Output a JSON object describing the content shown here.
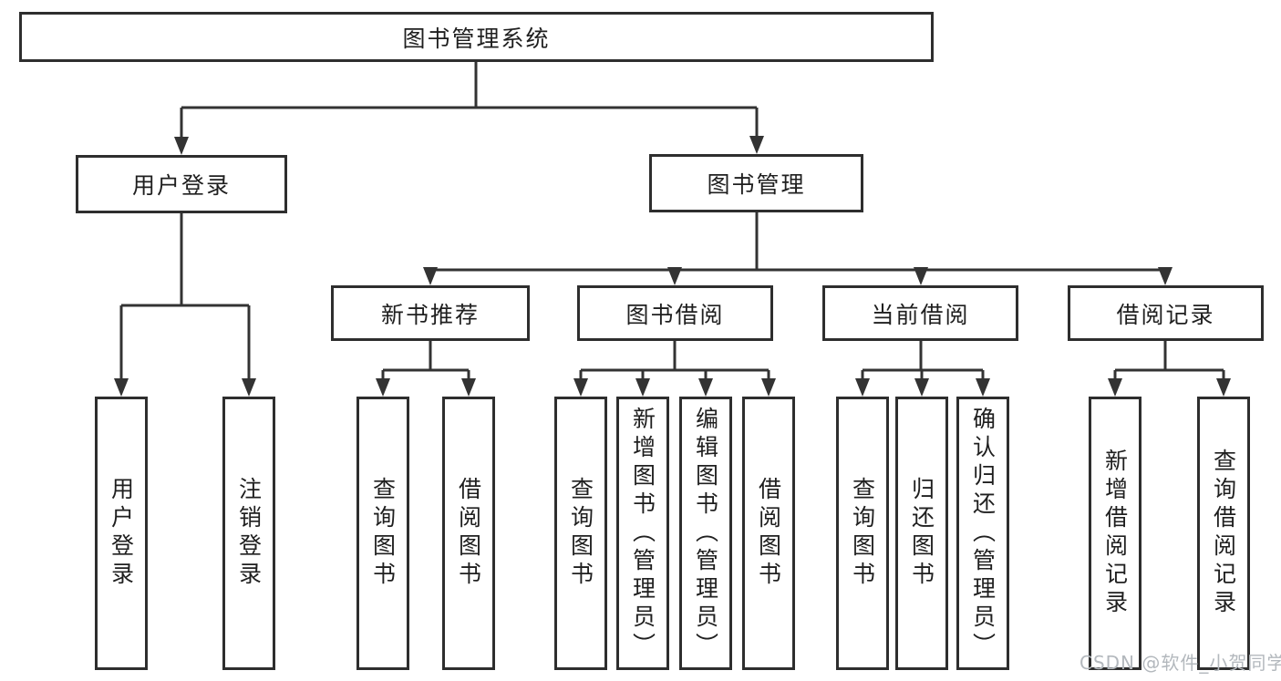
{
  "diagram": {
    "root": "图书管理系统",
    "branches": {
      "user_login": "用户登录",
      "book_management": "图书管理"
    },
    "modules": {
      "new_book_recommend": "新书推荐",
      "book_borrow": "图书借阅",
      "current_borrow": "当前借阅",
      "borrow_records": "借阅记录"
    },
    "leaves": {
      "user_login": [
        "用户登录",
        "注销登录"
      ],
      "new_book_recommend": [
        "查询图书",
        "借阅图书"
      ],
      "book_borrow": [
        "查询图书",
        "新增图书（管理员）",
        "编辑图书（管理员）",
        "借阅图书"
      ],
      "current_borrow": [
        "查询图书",
        "归还图书",
        "确认归还（管理员）"
      ],
      "borrow_records": [
        "新增借阅记录",
        "查询借阅记录"
      ]
    }
  },
  "watermark": "CSDN @软件_小贺同学",
  "colors": {
    "line": "#333333",
    "border": "#2e2e2e",
    "text": "#1f1f1f",
    "watermark": "#b3b8bd",
    "background": "#ffffff"
  }
}
